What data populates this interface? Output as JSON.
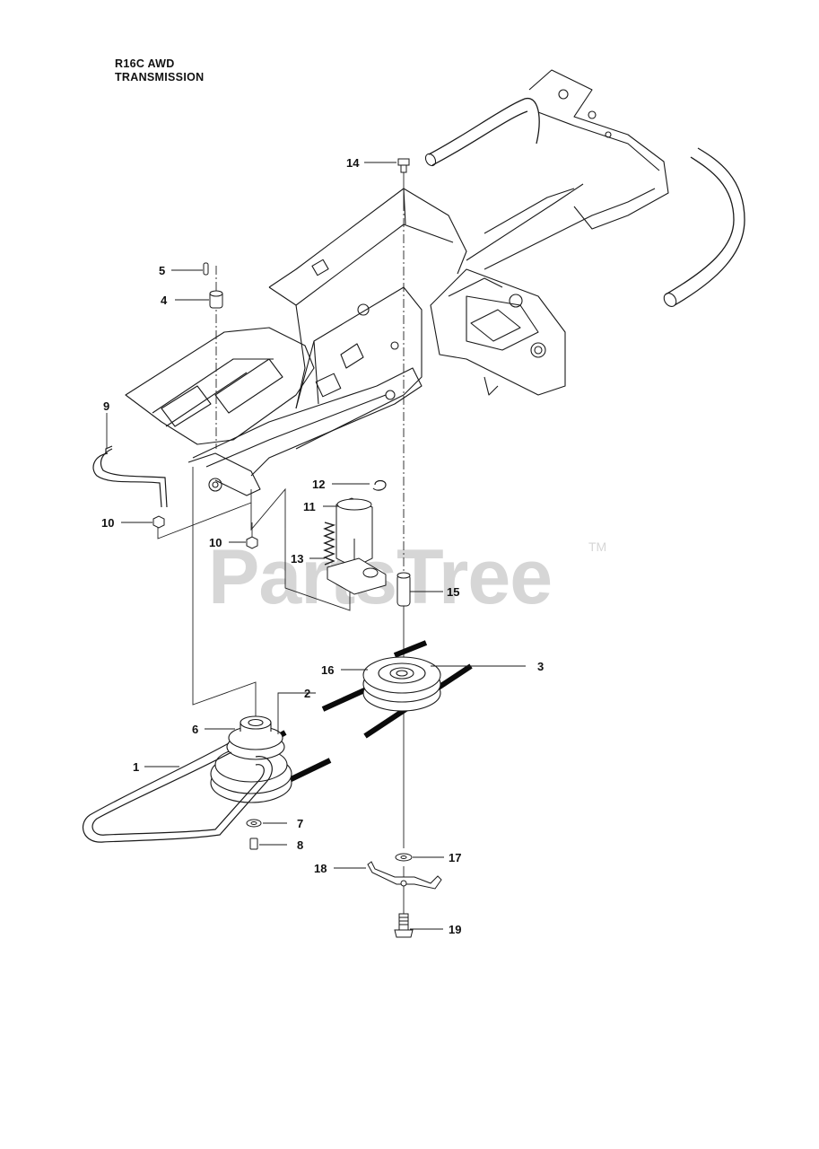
{
  "title": {
    "line1": "R16C AWD",
    "line2": "TRANSMISSION"
  },
  "watermark": {
    "text": "PartsTree",
    "tm": "TM"
  },
  "callouts": [
    {
      "id": "1",
      "label": "1"
    },
    {
      "id": "2",
      "label": "2"
    },
    {
      "id": "3",
      "label": "3"
    },
    {
      "id": "4",
      "label": "4"
    },
    {
      "id": "5",
      "label": "5"
    },
    {
      "id": "6",
      "label": "6"
    },
    {
      "id": "7",
      "label": "7"
    },
    {
      "id": "8",
      "label": "8"
    },
    {
      "id": "9",
      "label": "9"
    },
    {
      "id": "10a",
      "label": "10"
    },
    {
      "id": "10b",
      "label": "10"
    },
    {
      "id": "11",
      "label": "11"
    },
    {
      "id": "12",
      "label": "12"
    },
    {
      "id": "13",
      "label": "13"
    },
    {
      "id": "14",
      "label": "14"
    },
    {
      "id": "15",
      "label": "15"
    },
    {
      "id": "16",
      "label": "16"
    },
    {
      "id": "17",
      "label": "17"
    },
    {
      "id": "18",
      "label": "18"
    },
    {
      "id": "19",
      "label": "19"
    }
  ]
}
